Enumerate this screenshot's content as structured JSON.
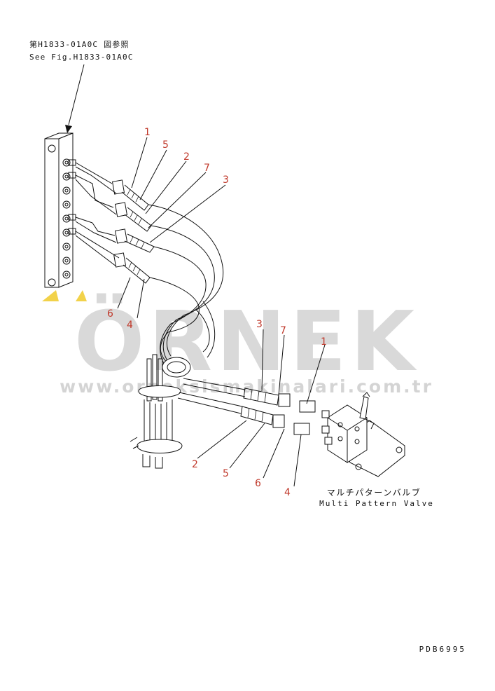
{
  "header": {
    "ref_jp": "第H1833-01A0C 図参照",
    "ref_en": "See Fig.H1833-01A0C"
  },
  "callouts_upper": [
    "1",
    "5",
    "2",
    "7",
    "3",
    "6",
    "4"
  ],
  "callouts_lower": [
    "3",
    "7",
    "1",
    "2",
    "5",
    "6",
    "4"
  ],
  "valve": {
    "label_jp": "マルチパターンバルブ",
    "label_en": "Multi Pattern Valve"
  },
  "watermark": {
    "brand": "ÖRNEK",
    "url": "www.orneksismakinalari.com.tr",
    "colors": {
      "text": "#d9d9d9",
      "accent": "#f2d24a"
    }
  },
  "footer": {
    "code": "PDB6995"
  },
  "colors": {
    "ink": "#111111",
    "callout": "#c0392b"
  }
}
